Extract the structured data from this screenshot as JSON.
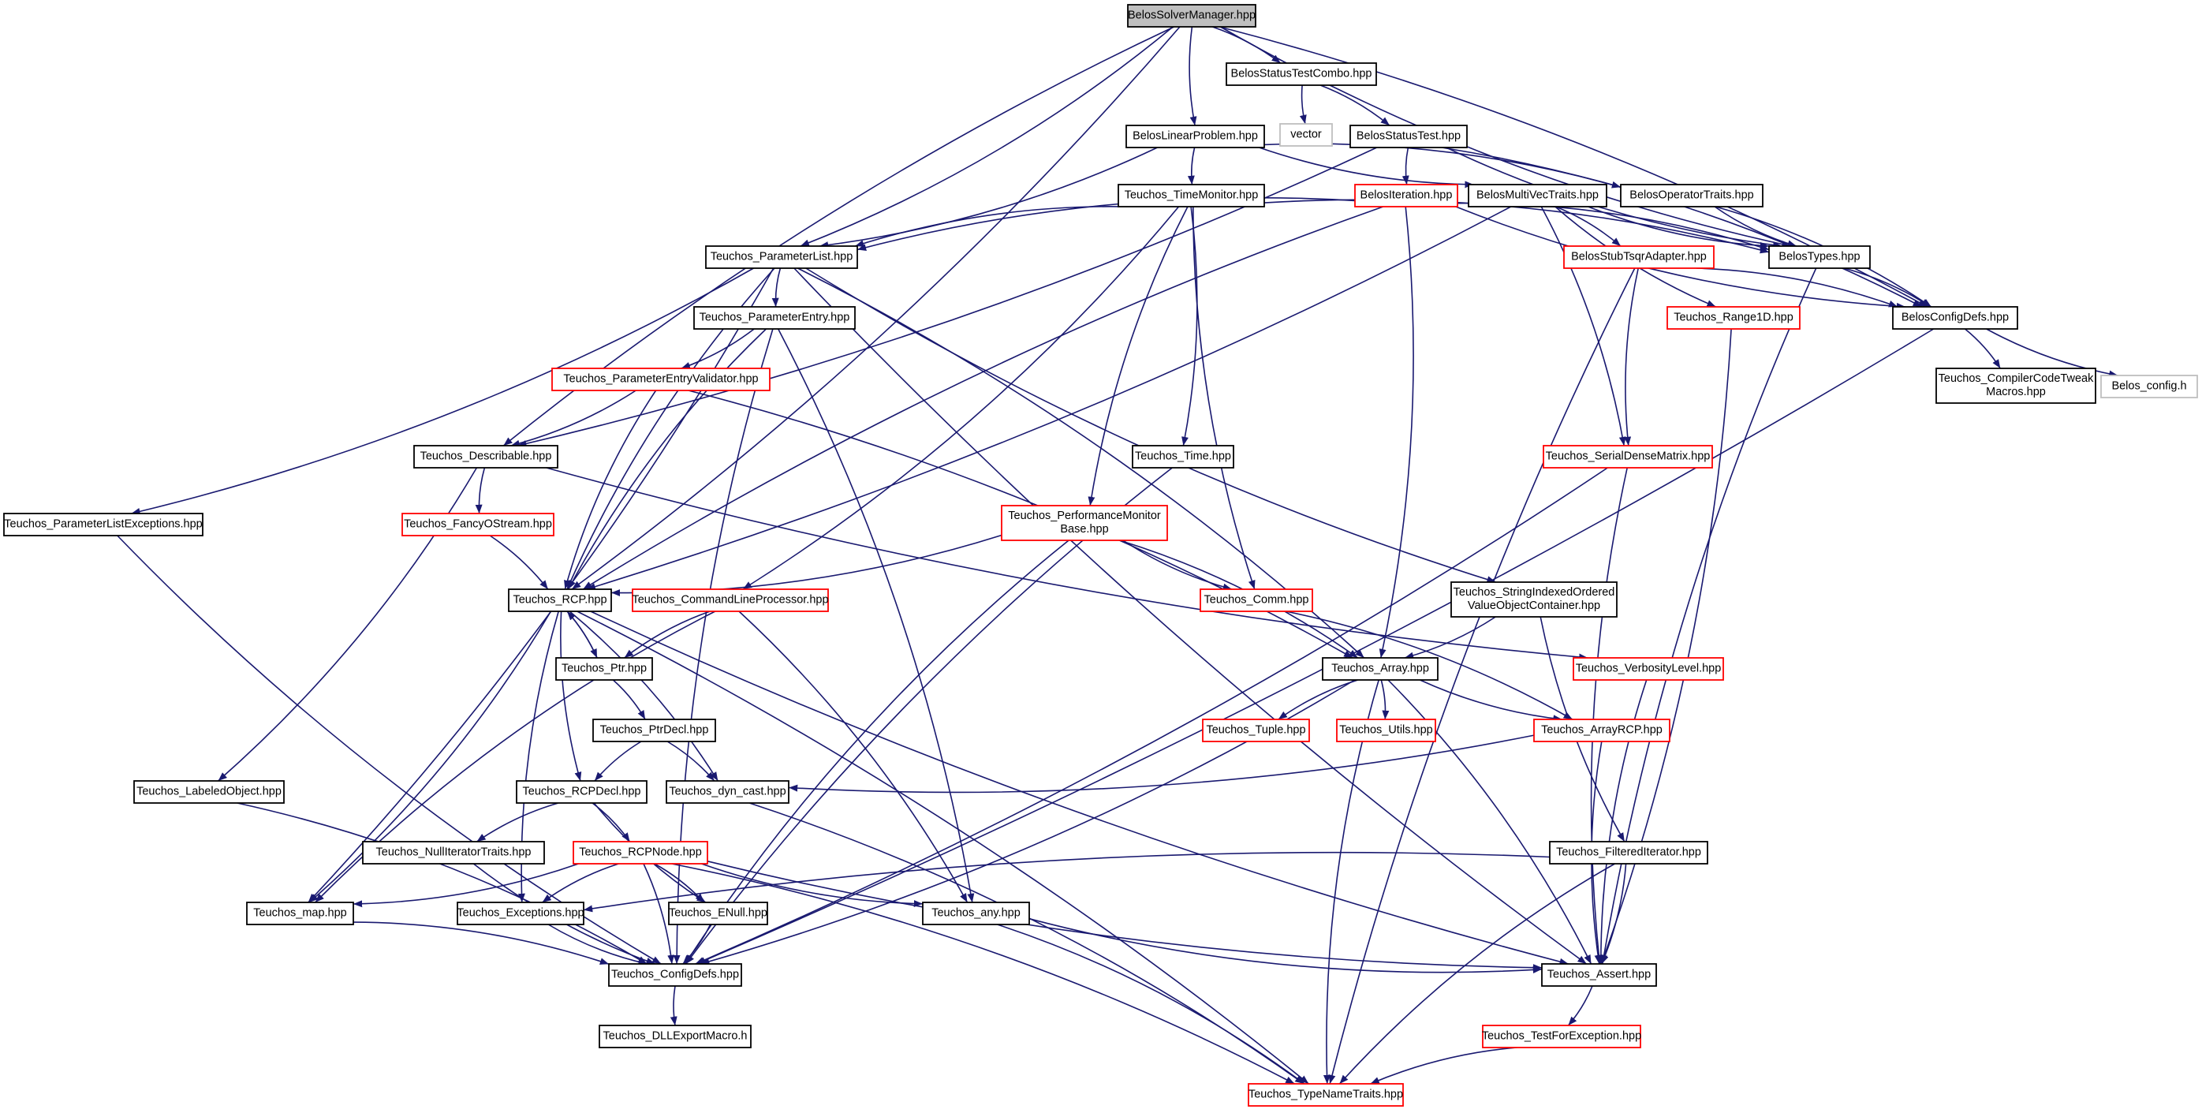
{
  "colors": {
    "edge": "#191970",
    "root_fill": "#bfbfbf",
    "box_black": "#000000",
    "box_red": "#ff0000",
    "box_gray": "#bfbfbf",
    "text": "#000000"
  },
  "nodes": [
    {
      "id": "root",
      "lines": [
        "BelosSolverManager.hpp"
      ],
      "style": "root"
    },
    {
      "id": "stcombo",
      "lines": [
        "BelosStatusTestCombo.hpp"
      ],
      "style": "black"
    },
    {
      "id": "vector",
      "lines": [
        "vector"
      ],
      "style": "gray"
    },
    {
      "id": "linprob",
      "lines": [
        "BelosLinearProblem.hpp"
      ],
      "style": "black"
    },
    {
      "id": "stattest",
      "lines": [
        "BelosStatusTest.hpp"
      ],
      "style": "black"
    },
    {
      "id": "timemon",
      "lines": [
        "Teuchos_TimeMonitor.hpp"
      ],
      "style": "black"
    },
    {
      "id": "iteration",
      "lines": [
        "BelosIteration.hpp"
      ],
      "style": "red"
    },
    {
      "id": "mvtraits",
      "lines": [
        "BelosMultiVecTraits.hpp"
      ],
      "style": "black"
    },
    {
      "id": "optraits",
      "lines": [
        "BelosOperatorTraits.hpp"
      ],
      "style": "black"
    },
    {
      "id": "plist",
      "lines": [
        "Teuchos_ParameterList.hpp"
      ],
      "style": "black"
    },
    {
      "id": "tsqr",
      "lines": [
        "BelosStubTsqrAdapter.hpp"
      ],
      "style": "red"
    },
    {
      "id": "btypes",
      "lines": [
        "BelosTypes.hpp"
      ],
      "style": "black"
    },
    {
      "id": "pentry",
      "lines": [
        "Teuchos_ParameterEntry.hpp"
      ],
      "style": "black"
    },
    {
      "id": "range1d",
      "lines": [
        "Teuchos_Range1D.hpp"
      ],
      "style": "red"
    },
    {
      "id": "bconfig",
      "lines": [
        "BelosConfigDefs.hpp"
      ],
      "style": "black"
    },
    {
      "id": "pevalid",
      "lines": [
        "Teuchos_ParameterEntryValidator.hpp"
      ],
      "style": "red"
    },
    {
      "id": "compiler",
      "lines": [
        "Teuchos_CompilerCodeTweak",
        "Macros.hpp"
      ],
      "style": "black"
    },
    {
      "id": "belosconfigh",
      "lines": [
        "Belos_config.h"
      ],
      "style": "gray"
    },
    {
      "id": "describ",
      "lines": [
        "Teuchos_Describable.hpp"
      ],
      "style": "black"
    },
    {
      "id": "ttime",
      "lines": [
        "Teuchos_Time.hpp"
      ],
      "style": "black"
    },
    {
      "id": "sdm",
      "lines": [
        "Teuchos_SerialDenseMatrix.hpp"
      ],
      "style": "red"
    },
    {
      "id": "plexc",
      "lines": [
        "Teuchos_ParameterListExceptions.hpp"
      ],
      "style": "black"
    },
    {
      "id": "fancy",
      "lines": [
        "Teuchos_FancyOStream.hpp"
      ],
      "style": "red"
    },
    {
      "id": "perfmon",
      "lines": [
        "Teuchos_PerformanceMonitor",
        "Base.hpp"
      ],
      "style": "red"
    },
    {
      "id": "sivoc",
      "lines": [
        "Teuchos_StringIndexedOrdered",
        "ValueObjectContainer.hpp"
      ],
      "style": "black"
    },
    {
      "id": "rcp",
      "lines": [
        "Teuchos_RCP.hpp"
      ],
      "style": "black"
    },
    {
      "id": "clp",
      "lines": [
        "Teuchos_CommandLineProcessor.hpp"
      ],
      "style": "red"
    },
    {
      "id": "comm",
      "lines": [
        "Teuchos_Comm.hpp"
      ],
      "style": "red"
    },
    {
      "id": "ptr",
      "lines": [
        "Teuchos_Ptr.hpp"
      ],
      "style": "black"
    },
    {
      "id": "array",
      "lines": [
        "Teuchos_Array.hpp"
      ],
      "style": "black"
    },
    {
      "id": "verb",
      "lines": [
        "Teuchos_VerbosityLevel.hpp"
      ],
      "style": "red"
    },
    {
      "id": "ptrdecl",
      "lines": [
        "Teuchos_PtrDecl.hpp"
      ],
      "style": "black"
    },
    {
      "id": "tuple",
      "lines": [
        "Teuchos_Tuple.hpp"
      ],
      "style": "red"
    },
    {
      "id": "utils",
      "lines": [
        "Teuchos_Utils.hpp"
      ],
      "style": "red"
    },
    {
      "id": "arcp",
      "lines": [
        "Teuchos_ArrayRCP.hpp"
      ],
      "style": "red"
    },
    {
      "id": "labeled",
      "lines": [
        "Teuchos_LabeledObject.hpp"
      ],
      "style": "black"
    },
    {
      "id": "rcpdecl",
      "lines": [
        "Teuchos_RCPDecl.hpp"
      ],
      "style": "black"
    },
    {
      "id": "dyncast",
      "lines": [
        "Teuchos_dyn_cast.hpp"
      ],
      "style": "black"
    },
    {
      "id": "nullit",
      "lines": [
        "Teuchos_NullIteratorTraits.hpp"
      ],
      "style": "black"
    },
    {
      "id": "rcpnode",
      "lines": [
        "Teuchos_RCPNode.hpp"
      ],
      "style": "red"
    },
    {
      "id": "filtered",
      "lines": [
        "Teuchos_FilteredIterator.hpp"
      ],
      "style": "black"
    },
    {
      "id": "tmap",
      "lines": [
        "Teuchos_map.hpp"
      ],
      "style": "black"
    },
    {
      "id": "exceptions",
      "lines": [
        "Teuchos_Exceptions.hpp"
      ],
      "style": "black"
    },
    {
      "id": "enull",
      "lines": [
        "Teuchos_ENull.hpp"
      ],
      "style": "black"
    },
    {
      "id": "tany",
      "lines": [
        "Teuchos_any.hpp"
      ],
      "style": "black"
    },
    {
      "id": "tconfig",
      "lines": [
        "Teuchos_ConfigDefs.hpp"
      ],
      "style": "black"
    },
    {
      "id": "tassert",
      "lines": [
        "Teuchos_Assert.hpp"
      ],
      "style": "black"
    },
    {
      "id": "dllexport",
      "lines": [
        "Teuchos_DLLExportMacro.h"
      ],
      "style": "black"
    },
    {
      "id": "testfor",
      "lines": [
        "Teuchos_TestForException.hpp"
      ],
      "style": "red"
    },
    {
      "id": "typename",
      "lines": [
        "Teuchos_TypeNameTraits.hpp"
      ],
      "style": "red"
    }
  ],
  "edges": [
    [
      "root",
      "stcombo"
    ],
    [
      "root",
      "linprob"
    ],
    [
      "root",
      "plist"
    ],
    [
      "root",
      "btypes"
    ],
    [
      "root",
      "bconfig"
    ],
    [
      "root",
      "describ"
    ],
    [
      "root",
      "rcp"
    ],
    [
      "stcombo",
      "vector"
    ],
    [
      "stcombo",
      "stattest"
    ],
    [
      "linprob",
      "timemon"
    ],
    [
      "linprob",
      "plist"
    ],
    [
      "linprob",
      "mvtraits"
    ],
    [
      "linprob",
      "optraits"
    ],
    [
      "stattest",
      "iteration"
    ],
    [
      "stattest",
      "describ"
    ],
    [
      "stattest",
      "btypes"
    ],
    [
      "stattest",
      "bconfig"
    ],
    [
      "timemon",
      "plist"
    ],
    [
      "timemon",
      "ttime"
    ],
    [
      "timemon",
      "perfmon"
    ],
    [
      "timemon",
      "clp"
    ],
    [
      "timemon",
      "comm"
    ],
    [
      "timemon",
      "btypes"
    ],
    [
      "iteration",
      "plist"
    ],
    [
      "iteration",
      "array"
    ],
    [
      "iteration",
      "rcp"
    ],
    [
      "iteration",
      "btypes"
    ],
    [
      "iteration",
      "bconfig"
    ],
    [
      "mvtraits",
      "tsqr"
    ],
    [
      "mvtraits",
      "range1d"
    ],
    [
      "mvtraits",
      "sdm"
    ],
    [
      "mvtraits",
      "btypes"
    ],
    [
      "mvtraits",
      "rcp"
    ],
    [
      "optraits",
      "btypes"
    ],
    [
      "optraits",
      "bconfig"
    ],
    [
      "tsqr",
      "sdm"
    ],
    [
      "tsqr",
      "bconfig"
    ],
    [
      "tsqr",
      "typename"
    ],
    [
      "btypes",
      "bconfig"
    ],
    [
      "btypes",
      "tassert"
    ],
    [
      "bconfig",
      "compiler"
    ],
    [
      "bconfig",
      "belosconfigh"
    ],
    [
      "bconfig",
      "tconfig"
    ],
    [
      "plist",
      "pentry"
    ],
    [
      "plist",
      "plexc"
    ],
    [
      "plist",
      "rcp"
    ],
    [
      "plist",
      "tmap"
    ],
    [
      "plist",
      "sivoc"
    ],
    [
      "plist",
      "array"
    ],
    [
      "plist",
      "tassert"
    ],
    [
      "pentry",
      "pevalid"
    ],
    [
      "pentry",
      "rcp"
    ],
    [
      "pentry",
      "tany"
    ],
    [
      "pentry",
      "tconfig"
    ],
    [
      "pevalid",
      "describ"
    ],
    [
      "pevalid",
      "rcp"
    ],
    [
      "pevalid",
      "array"
    ],
    [
      "describ",
      "fancy"
    ],
    [
      "describ",
      "labeled"
    ],
    [
      "describ",
      "verb"
    ],
    [
      "fancy",
      "rcp"
    ],
    [
      "ttime",
      "tconfig"
    ],
    [
      "perfmon",
      "rcp"
    ],
    [
      "perfmon",
      "comm"
    ],
    [
      "perfmon",
      "array"
    ],
    [
      "perfmon",
      "tconfig"
    ],
    [
      "sdm",
      "tconfig"
    ],
    [
      "sdm",
      "tassert"
    ],
    [
      "range1d",
      "tassert"
    ],
    [
      "plexc",
      "tconfig"
    ],
    [
      "sivoc",
      "array"
    ],
    [
      "sivoc",
      "filtered"
    ],
    [
      "rcp",
      "ptr"
    ],
    [
      "rcp",
      "rcpdecl"
    ],
    [
      "rcp",
      "dyncast"
    ],
    [
      "rcp",
      "exceptions"
    ],
    [
      "rcp",
      "tmap"
    ],
    [
      "rcp",
      "tassert"
    ],
    [
      "rcp",
      "typename"
    ],
    [
      "clp",
      "ptr"
    ],
    [
      "clp",
      "tany"
    ],
    [
      "clp",
      "tmap"
    ],
    [
      "comm",
      "arcp"
    ],
    [
      "ptr",
      "rcp"
    ],
    [
      "ptr",
      "ptrdecl"
    ],
    [
      "ptrdecl",
      "rcpdecl"
    ],
    [
      "ptrdecl",
      "dyncast"
    ],
    [
      "array",
      "tuple"
    ],
    [
      "array",
      "utils"
    ],
    [
      "array",
      "arcp"
    ],
    [
      "array",
      "tassert"
    ],
    [
      "array",
      "typename"
    ],
    [
      "array",
      "tconfig"
    ],
    [
      "verb",
      "tassert"
    ],
    [
      "arcp",
      "dyncast"
    ],
    [
      "arcp",
      "tassert"
    ],
    [
      "labeled",
      "tconfig"
    ],
    [
      "rcpdecl",
      "nullit"
    ],
    [
      "rcpdecl",
      "rcpnode"
    ],
    [
      "rcpdecl",
      "enull"
    ],
    [
      "dyncast",
      "typename"
    ],
    [
      "nullit",
      "tconfig"
    ],
    [
      "rcpnode",
      "tmap"
    ],
    [
      "rcpnode",
      "exceptions"
    ],
    [
      "rcpnode",
      "enull"
    ],
    [
      "rcpnode",
      "tany"
    ],
    [
      "rcpnode",
      "tconfig"
    ],
    [
      "rcpnode",
      "tassert"
    ],
    [
      "rcpnode",
      "typename"
    ],
    [
      "filtered",
      "exceptions"
    ],
    [
      "filtered",
      "tassert"
    ],
    [
      "filtered",
      "typename"
    ],
    [
      "tmap",
      "tconfig"
    ],
    [
      "exceptions",
      "tconfig"
    ],
    [
      "enull",
      "tconfig"
    ],
    [
      "tany",
      "tassert"
    ],
    [
      "tany",
      "typename"
    ],
    [
      "tconfig",
      "dllexport"
    ],
    [
      "tassert",
      "testfor"
    ],
    [
      "testfor",
      "typename"
    ]
  ]
}
